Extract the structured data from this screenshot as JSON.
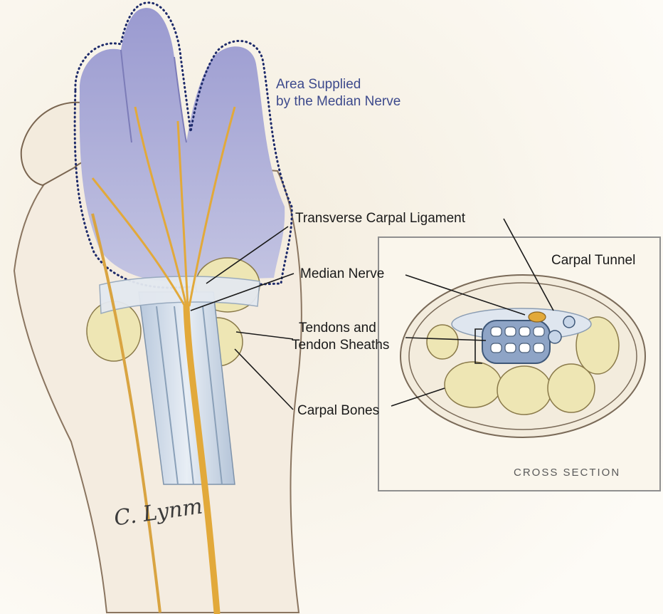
{
  "labels": {
    "area_line1": "Area Supplied",
    "area_line2": "by the Median Nerve",
    "ligament": "Transverse Carpal Ligament",
    "tunnel": "Carpal Tunnel",
    "median_nerve": "Median Nerve",
    "tendons_line1": "Tendons and",
    "tendons_line2": "Tendon Sheaths",
    "carpal_bones": "Carpal Bones",
    "cross_section": "CROSS SECTION"
  },
  "signature": "C. Lynm",
  "colors": {
    "background": "#fbf8f1",
    "skin": "#f4ece0",
    "skin_outline": "#8a7560",
    "palm_region": "#b4b4dc",
    "nerve": "#e2a93a",
    "bone": "#eee6b4",
    "ligament": "#e4e9f0",
    "tendon": "#c8d6e4",
    "label_blue": "#3d4a8c"
  }
}
